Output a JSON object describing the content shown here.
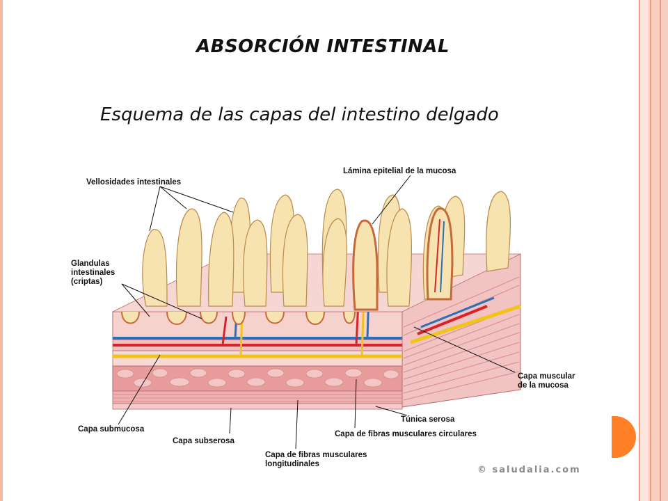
{
  "title": "ABSORCIÓN INTESTINAL",
  "subtitle": "Esquema de las capas del intestino delgado",
  "diagram": {
    "labels": {
      "vellosidades": "Vellosidades intestinales",
      "lamina": "Lámina epitelial de la mucosa",
      "glandulas": "Glandulas\nintestinales\n(criptas)",
      "capa_muscular_mucosa": "Capa muscular\nde la mucosa",
      "tunica_serosa": "Túnica serosa",
      "capa_submucosa": "Capa submucosa",
      "capa_fibras_circulares": "Capa de fibras musculares circulares",
      "capa_subserosa": "Capa subserosa",
      "capa_fibras_longitudinales": "Capa de fibras musculares\nlongitudinales"
    },
    "credit": "© saludalia.com"
  },
  "colors": {
    "frame_accent": "#ef9c83",
    "tab_marker": "#ff7f27",
    "villus_fill": "#f7e3b0",
    "mucosa_edge": "#c46a3a",
    "muscle_pink": "#e8a3a3",
    "artery_red": "#d8232a",
    "vein_blue": "#2a6fb8",
    "lymph_yellow": "#f0c419"
  }
}
